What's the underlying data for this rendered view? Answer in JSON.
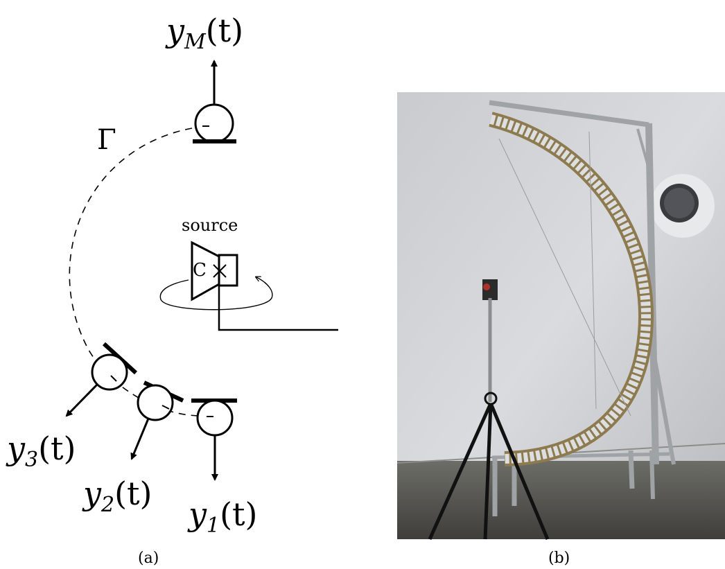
{
  "panel_a": {
    "caption": "(a)",
    "curve_label": "Γ",
    "source_label": "source",
    "center_label": "C",
    "outputs": {
      "yM": {
        "base": "y",
        "sub": "M",
        "arg": "(t)"
      },
      "y1": {
        "base": "y",
        "sub": "1",
        "arg": "(t)"
      },
      "y2": {
        "base": "y",
        "sub": "2",
        "arg": "(t)"
      },
      "y3": {
        "base": "y",
        "sub": "3",
        "arg": "(t)"
      }
    }
  },
  "panel_b": {
    "caption": "(b)"
  }
}
